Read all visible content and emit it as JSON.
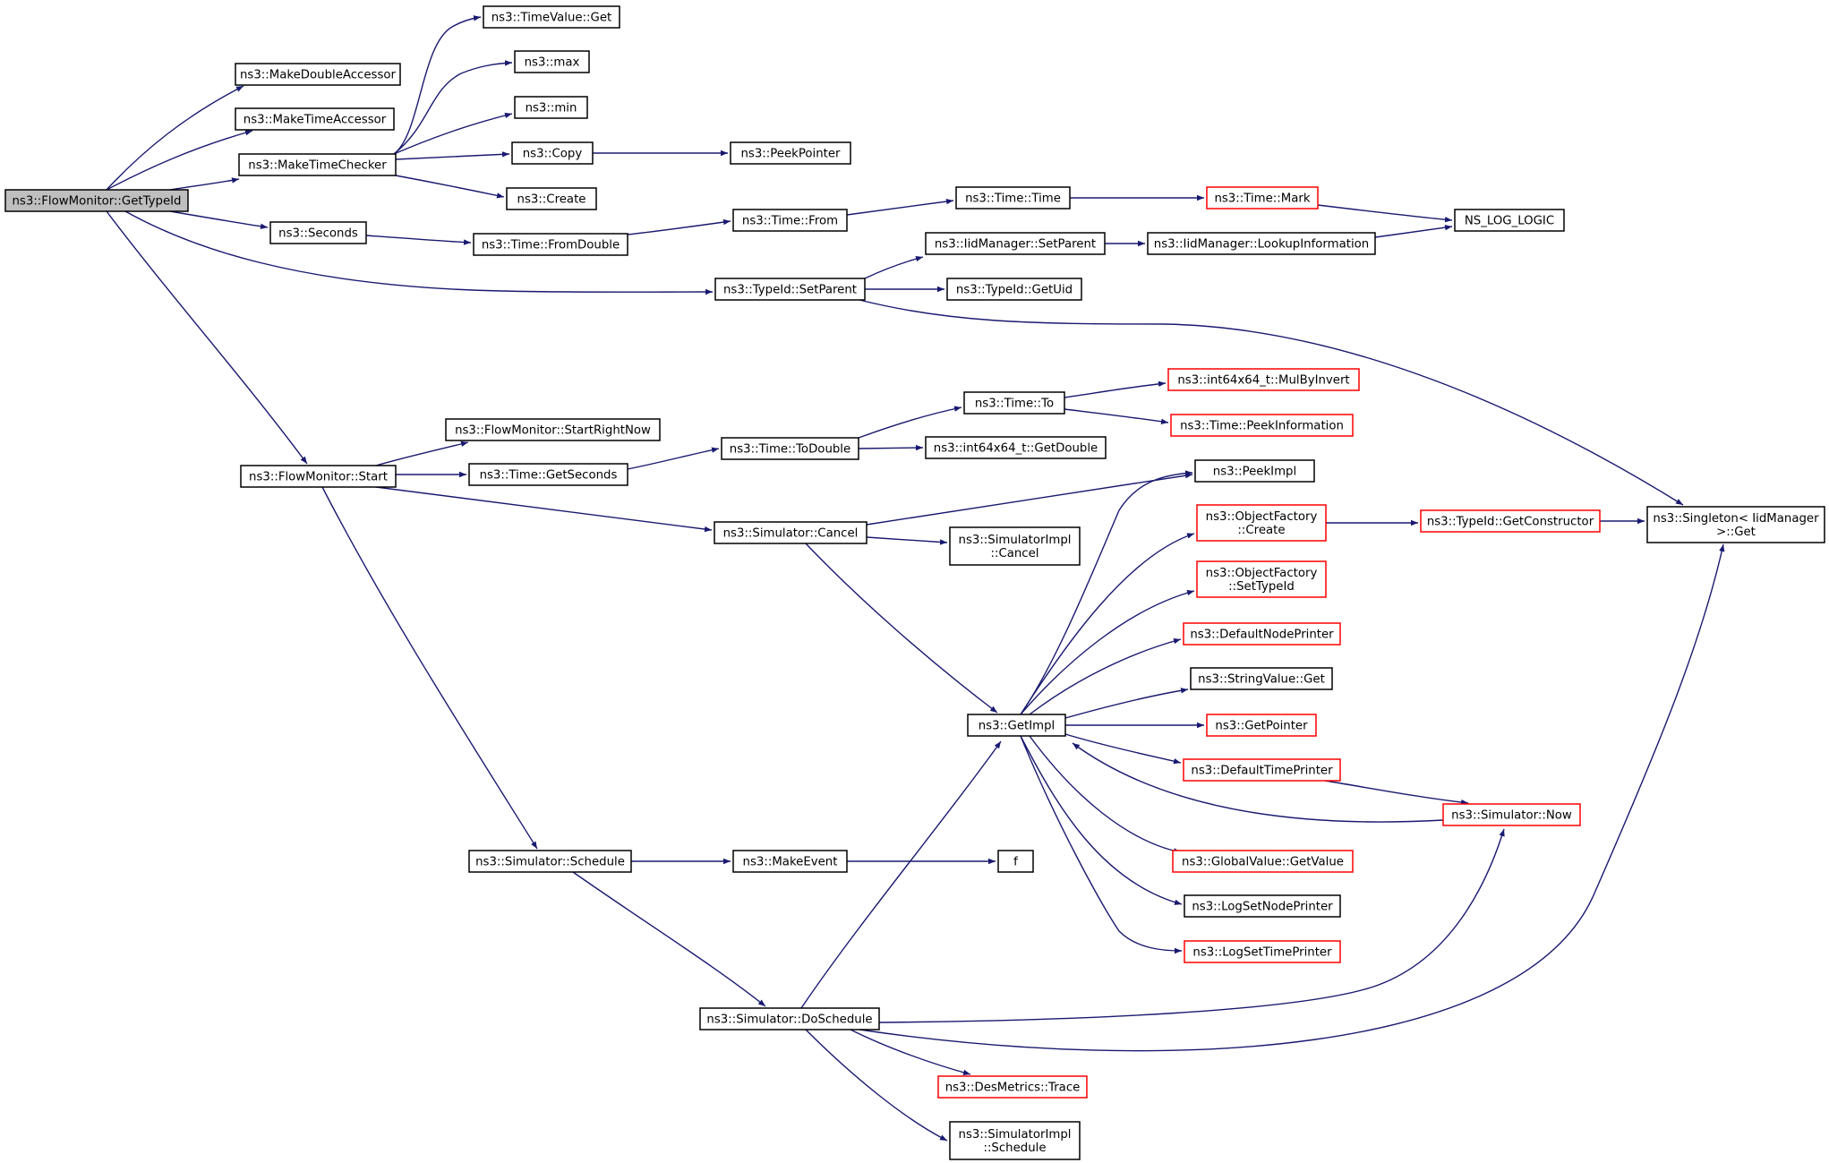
{
  "colors": {
    "edge": "#191970",
    "node_border_normal": "#000000",
    "node_border_truncated": "#ff0000",
    "root_fill": "#bfbfbf",
    "node_fill": "#ffffff"
  },
  "nodes": [
    {
      "id": "getTypeId",
      "lines": [
        "ns3::FlowMonitor::GetTypeId"
      ],
      "kind": "root"
    },
    {
      "id": "makeDoubleAccessor",
      "lines": [
        "ns3::MakeDoubleAccessor"
      ],
      "kind": "normal"
    },
    {
      "id": "makeTimeAccessor",
      "lines": [
        "ns3::MakeTimeAccessor"
      ],
      "kind": "normal"
    },
    {
      "id": "makeTimeChecker",
      "lines": [
        "ns3::MakeTimeChecker"
      ],
      "kind": "normal"
    },
    {
      "id": "seconds",
      "lines": [
        "ns3::Seconds"
      ],
      "kind": "normal"
    },
    {
      "id": "typeIdSetParent",
      "lines": [
        "ns3::TypeId::SetParent"
      ],
      "kind": "normal"
    },
    {
      "id": "fmStart",
      "lines": [
        "ns3::FlowMonitor::Start"
      ],
      "kind": "normal"
    },
    {
      "id": "timeValueGet",
      "lines": [
        "ns3::TimeValue::Get"
      ],
      "kind": "normal"
    },
    {
      "id": "max",
      "lines": [
        "ns3::max"
      ],
      "kind": "normal"
    },
    {
      "id": "min",
      "lines": [
        "ns3::min"
      ],
      "kind": "normal"
    },
    {
      "id": "copy",
      "lines": [
        "ns3::Copy"
      ],
      "kind": "normal"
    },
    {
      "id": "create",
      "lines": [
        "ns3::Create"
      ],
      "kind": "normal"
    },
    {
      "id": "peekPointer",
      "lines": [
        "ns3::PeekPointer"
      ],
      "kind": "normal"
    },
    {
      "id": "timeFromDouble",
      "lines": [
        "ns3::Time::FromDouble"
      ],
      "kind": "normal"
    },
    {
      "id": "timeFrom",
      "lines": [
        "ns3::Time::From"
      ],
      "kind": "normal"
    },
    {
      "id": "timeTime",
      "lines": [
        "ns3::Time::Time"
      ],
      "kind": "normal"
    },
    {
      "id": "timeMark",
      "lines": [
        "ns3::Time::Mark"
      ],
      "kind": "truncated"
    },
    {
      "id": "nsLogLogic",
      "lines": [
        "NS_LOG_LOGIC"
      ],
      "kind": "normal"
    },
    {
      "id": "iidSetParent",
      "lines": [
        "ns3::IidManager::SetParent"
      ],
      "kind": "normal"
    },
    {
      "id": "iidLookup",
      "lines": [
        "ns3::IidManager::LookupInformation"
      ],
      "kind": "normal"
    },
    {
      "id": "typeIdGetUid",
      "lines": [
        "ns3::TypeId::GetUid"
      ],
      "kind": "normal"
    },
    {
      "id": "fmStartRightNow",
      "lines": [
        "ns3::FlowMonitor::StartRightNow"
      ],
      "kind": "normal"
    },
    {
      "id": "timeGetSeconds",
      "lines": [
        "ns3::Time::GetSeconds"
      ],
      "kind": "normal"
    },
    {
      "id": "timeToDouble",
      "lines": [
        "ns3::Time::ToDouble"
      ],
      "kind": "normal"
    },
    {
      "id": "timeTo",
      "lines": [
        "ns3::Time::To"
      ],
      "kind": "normal"
    },
    {
      "id": "mulByInvert",
      "lines": [
        "ns3::int64x64_t::MulByInvert"
      ],
      "kind": "truncated"
    },
    {
      "id": "peekInformation",
      "lines": [
        "ns3::Time::PeekInformation"
      ],
      "kind": "truncated"
    },
    {
      "id": "getDouble",
      "lines": [
        "ns3::int64x64_t::GetDouble"
      ],
      "kind": "normal"
    },
    {
      "id": "simCancel",
      "lines": [
        "ns3::Simulator::Cancel"
      ],
      "kind": "normal"
    },
    {
      "id": "peekImpl",
      "lines": [
        "ns3::PeekImpl"
      ],
      "kind": "normal"
    },
    {
      "id": "simImplCancel",
      "lines": [
        "ns3::SimulatorImpl",
        "::Cancel"
      ],
      "kind": "normal"
    },
    {
      "id": "ofCreate",
      "lines": [
        "ns3::ObjectFactory",
        "::Create"
      ],
      "kind": "truncated"
    },
    {
      "id": "getConstructor",
      "lines": [
        "ns3::TypeId::GetConstructor"
      ],
      "kind": "truncated"
    },
    {
      "id": "singletonGet",
      "lines": [
        "ns3::Singleton< IidManager",
        " >::Get"
      ],
      "kind": "normal"
    },
    {
      "id": "ofSetTypeId",
      "lines": [
        "ns3::ObjectFactory",
        "::SetTypeId"
      ],
      "kind": "truncated"
    },
    {
      "id": "defaultNodePrinter",
      "lines": [
        "ns3::DefaultNodePrinter"
      ],
      "kind": "truncated"
    },
    {
      "id": "stringValueGet",
      "lines": [
        "ns3::StringValue::Get"
      ],
      "kind": "normal"
    },
    {
      "id": "getImpl",
      "lines": [
        "ns3::GetImpl"
      ],
      "kind": "normal"
    },
    {
      "id": "getPointer",
      "lines": [
        "ns3::GetPointer"
      ],
      "kind": "truncated"
    },
    {
      "id": "defaultTimePrinter",
      "lines": [
        "ns3::DefaultTimePrinter"
      ],
      "kind": "truncated"
    },
    {
      "id": "simNow",
      "lines": [
        "ns3::Simulator::Now"
      ],
      "kind": "truncated"
    },
    {
      "id": "globalValueGetValue",
      "lines": [
        "ns3::GlobalValue::GetValue"
      ],
      "kind": "truncated"
    },
    {
      "id": "logSetNodePrinter",
      "lines": [
        "ns3::LogSetNodePrinter"
      ],
      "kind": "normal"
    },
    {
      "id": "logSetTimePrinter",
      "lines": [
        "ns3::LogSetTimePrinter"
      ],
      "kind": "truncated"
    },
    {
      "id": "simSchedule",
      "lines": [
        "ns3::Simulator::Schedule"
      ],
      "kind": "normal"
    },
    {
      "id": "makeEvent",
      "lines": [
        "ns3::MakeEvent"
      ],
      "kind": "normal"
    },
    {
      "id": "f",
      "lines": [
        "f"
      ],
      "kind": "normal"
    },
    {
      "id": "simDoSchedule",
      "lines": [
        "ns3::Simulator::DoSchedule"
      ],
      "kind": "normal"
    },
    {
      "id": "desMetricsTrace",
      "lines": [
        "ns3::DesMetrics::Trace"
      ],
      "kind": "truncated"
    },
    {
      "id": "simImplSchedule",
      "lines": [
        "ns3::SimulatorImpl",
        "::Schedule"
      ],
      "kind": "normal"
    }
  ]
}
